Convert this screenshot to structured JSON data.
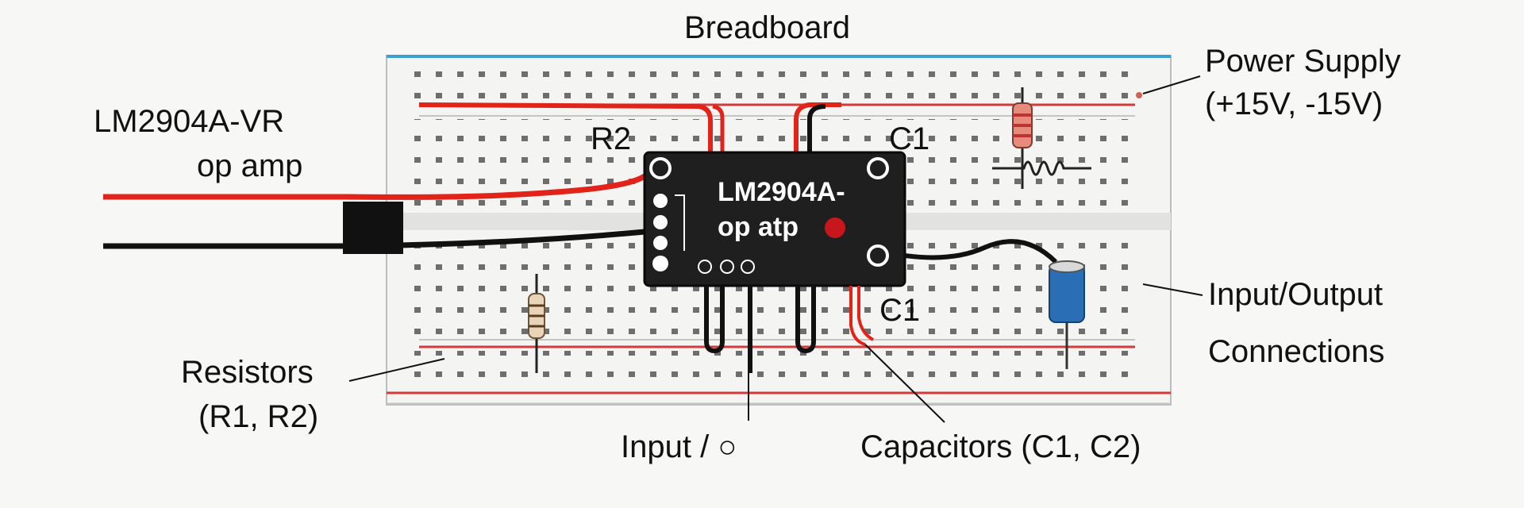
{
  "title": "Breadboard",
  "labels": {
    "opamp_line1": "LM2904A-VR",
    "opamp_line2": "op amp",
    "power_line1": "Power Supply",
    "power_line2": "(+15V, -15V)",
    "io_line1": "Input/Output",
    "io_line2": "Connections",
    "resistors_line1": "Resistors",
    "resistors_line2": "(R1, R2)",
    "input": "Input / ○",
    "capacitors": "Capacitors (C1, C2)",
    "r2": "R2",
    "c1_top": "C1",
    "c1_bottom": "C1"
  },
  "chip": {
    "line1": "LM2904A-",
    "line2": "op atp",
    "led_color": "#c8161d"
  },
  "colors": {
    "wire_red": "#e2231a",
    "wire_black": "#111111",
    "rail_red": "#d33a3a",
    "board_border": "#3a9fd1",
    "board_fill": "#f4f4f2",
    "chip_body": "#1f1f1f",
    "capacitor": "#2a6fb5",
    "resistor_body": "#e98b7c"
  }
}
